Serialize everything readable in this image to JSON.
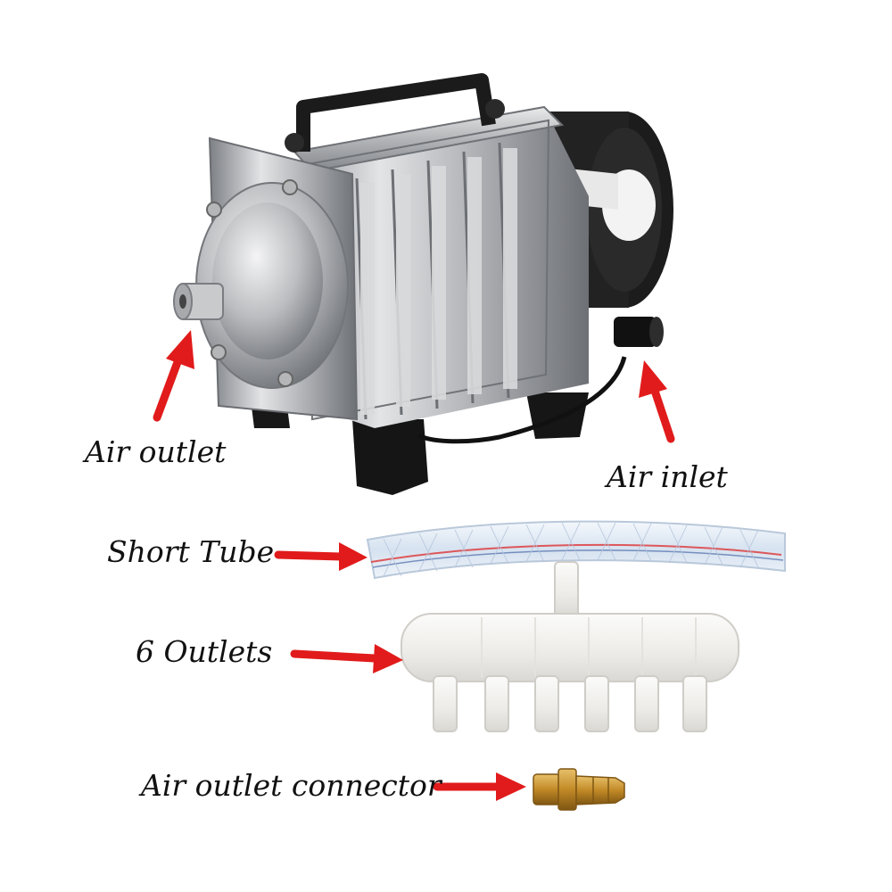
{
  "labels": {
    "air_outlet": "Air outlet",
    "air_inlet": "Air inlet",
    "short_tube": "Short Tube",
    "six_outlets": "6 Outlets",
    "air_outlet_connector": "Air outlet connector"
  },
  "colors": {
    "arrow": "#e11b1b",
    "metal": "#c8c9cb",
    "metal_dark": "#8e9094",
    "rubber": "#1a1a1a",
    "tube": "#dfe8f3",
    "manifold": "#f2f2f0",
    "brass": "#c9962f"
  },
  "icons": {
    "pump": "air-compressor-pump-illustration",
    "tube": "braided-tube-illustration",
    "manifold": "six-outlet-manifold-illustration",
    "connector": "brass-connector-illustration"
  }
}
